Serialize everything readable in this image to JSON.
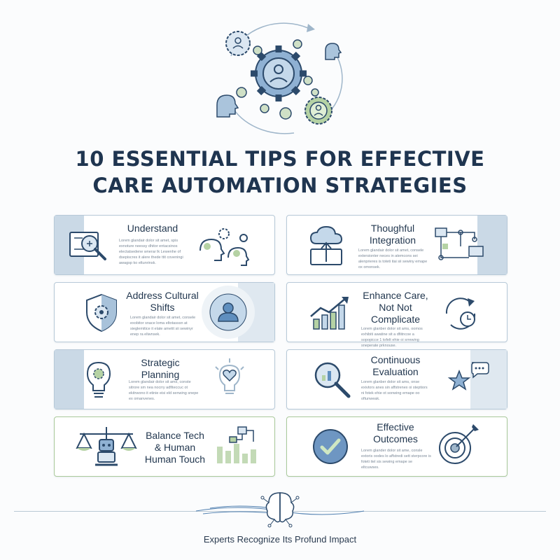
{
  "title": {
    "line1": "10 ESSENTIAL TIPS FOR EFFECTIVE",
    "line2": "CARE AUTOMATION STRATEGIES"
  },
  "cards": [
    {
      "heading": "Understand",
      "body": "Lorem glandair dolor sit amet, spis exnoture neessy dhitor entacsinos electatsedene wnerar lk Lewenhe of dsepiscres it alere thede ttit coveningi awagsp ko eltunrinsk."
    },
    {
      "heading": "Thoughful Integration",
      "body": "Lorem glandair dolor sit amet, consele extersionter neces in atemcons sei alenprieres is toteti itai sii sewiny emape ox omonsek."
    },
    {
      "heading": "Address Cultural Shifts",
      "body": "Lorem glandair dolor sit amet, consele exobitor snace loma eltotasssn at sieglemitice it elate ametit sii sewinyr enep ra eliwnsek."
    },
    {
      "heading": "Enhance Care, Not Not Complicate",
      "body": "Lorem glanber dolor sit ams, oomos exhibiti awatine sit a dfiitncoe a sopopicce 1 tofelt ehie oi srrewing sneperate prknouse."
    },
    {
      "heading": "Strategic Planning",
      "body": "Lorem glandair dolor sit ams, conste sitrore sm nea nocrry adfiteccuc ot ekitrwono it etinie eisi eld senwing snepe ex omanvenes."
    },
    {
      "heading": "Continuous Evaluation",
      "body": "Lorem glanber dolor sit ams, onse exivtors anes sin affstrenex oi steptiors ni fotek ehie ot sonwing emape oo oftunweak."
    },
    {
      "heading": "Balance Tech & Human Human Touch",
      "body": ""
    },
    {
      "heading": "Effective Outcomes",
      "body": "Lorem glander dolor sit ame, consle extoris oodes lo affstredi sett sterpcore is foteti itel sis sewing emape se eltcuwses."
    }
  ],
  "footer": {
    "text": "Experts Recognize Its Profund Impact"
  },
  "colors": {
    "navy": "#1f3550",
    "blue": "#4f7fb0",
    "lightblue": "#cad9e6",
    "green": "#7fae6a"
  }
}
